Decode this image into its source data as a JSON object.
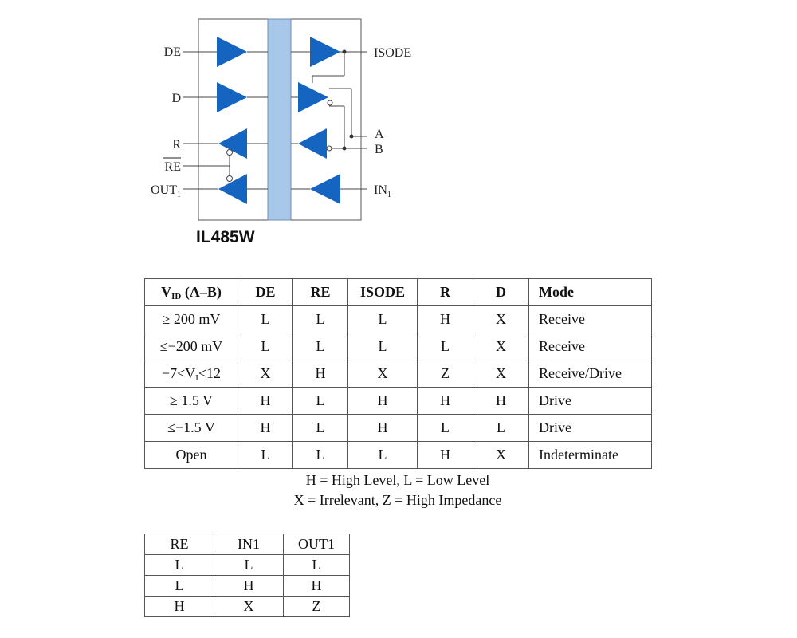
{
  "pins": {
    "de": "DE",
    "d": "D",
    "r": "R",
    "re": "RE",
    "out1": "OUT",
    "out1_sub": "1",
    "isode": "ISODE",
    "a": "A",
    "b": "B",
    "in1": "IN",
    "in1_sub": "1"
  },
  "part_name": "IL485W",
  "colors": {
    "triangle": "#1565c0",
    "barrier": "#a8c8ea",
    "wire": "#444444"
  },
  "truth_table": {
    "headers": [
      "V",
      "DE",
      "RE",
      "ISODE",
      "R",
      "D",
      "Mode"
    ],
    "header_vid_sub": "ID",
    "header_vid_rest": " (A–B)",
    "rows": [
      [
        "≥ 200 mV",
        "L",
        "L",
        "L",
        "H",
        "X",
        "Receive"
      ],
      [
        "≤−200 mV",
        "L",
        "L",
        "L",
        "L",
        "X",
        "Receive"
      ],
      [
        "−7<V<12",
        "X",
        "H",
        "X",
        "Z",
        "X",
        "Receive/Drive"
      ],
      [
        "≥ 1.5 V",
        "H",
        "L",
        "H",
        "H",
        "H",
        "Drive"
      ],
      [
        "≤−1.5 V",
        "H",
        "L",
        "H",
        "L",
        "L",
        "Drive"
      ],
      [
        "Open",
        "L",
        "L",
        "L",
        "H",
        "X",
        "Indeterminate"
      ]
    ],
    "row3_first_a": "−7<V",
    "row3_first_sub": "I",
    "row3_first_b": "<12"
  },
  "notes": {
    "line1": "H = High Level, L = Low Level",
    "line2": "X = Irrelevant, Z = High Impedance"
  },
  "receiver_table": {
    "headers": [
      "RE",
      "IN1",
      "OUT1"
    ],
    "rows": [
      [
        "L",
        "L",
        "L"
      ],
      [
        "L",
        "H",
        "H"
      ],
      [
        "H",
        "X",
        "Z"
      ]
    ]
  }
}
